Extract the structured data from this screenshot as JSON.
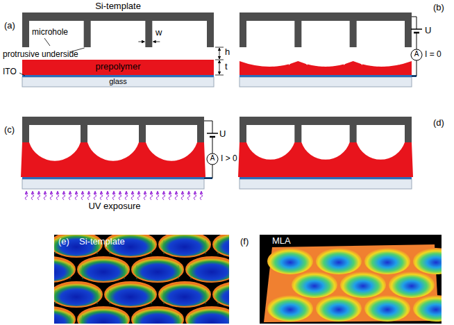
{
  "diagram": {
    "labels": [
      "Si-template",
      "(a)",
      "microhole",
      "protrusive underside",
      "w",
      "h",
      "t",
      "prepolymer",
      "ITO",
      "glass",
      "(b)",
      "U",
      "A",
      "I = 0",
      "(c)",
      "U",
      "A",
      "I > 0",
      "UV exposure",
      "(d)",
      "(e)",
      "Si-template",
      "(f)",
      "MLA"
    ]
  }
}
